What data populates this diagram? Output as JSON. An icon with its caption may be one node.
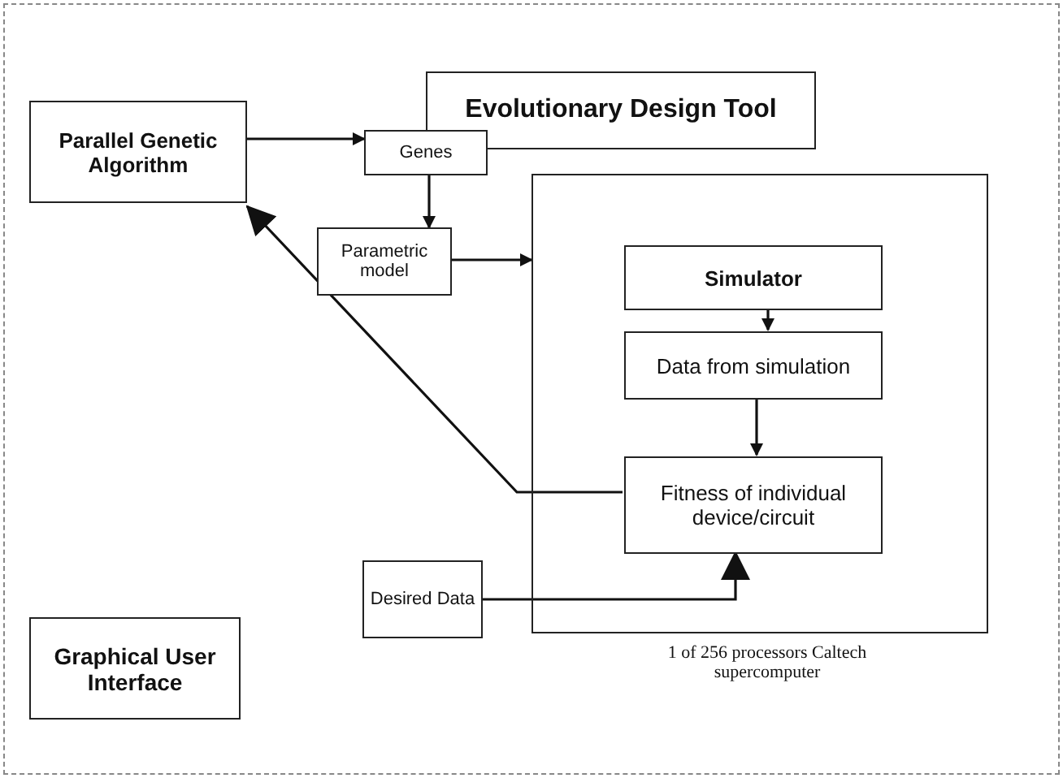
{
  "diagram": {
    "nodes": [
      {
        "text": [
          "Evolutionary Design Tool"
        ]
      },
      {
        "text": [
          "Parallel Genetic Algorithm"
        ]
      },
      {
        "text": [
          "Genes"
        ]
      },
      {
        "text": [
          "Parametric model"
        ]
      },
      {
        "text": [],
        "shape": "box",
        "beside": [
          "1 of 256 processors Caltech supercomputer"
        ]
      },
      {
        "text": [
          "Simulator"
        ],
        "in": 4
      },
      {
        "text": [
          "Data from simulation"
        ],
        "in": 4
      },
      {
        "text": [
          "Fitness of individual device/circuit"
        ],
        "in": 4
      },
      {
        "text": [
          "Desired Data"
        ]
      },
      {
        "text": [
          "Graphical User Interface"
        ]
      }
    ],
    "edges": [
      {
        "from": 1,
        "to": 2,
        "arrow": "to"
      },
      {
        "from": 2,
        "to": 3,
        "arrow": "to"
      },
      {
        "from": 3,
        "to": 4,
        "arrow": "to"
      },
      {
        "from": 5,
        "to": 6,
        "arrow": "to"
      },
      {
        "from": 6,
        "to": 7,
        "arrow": "to"
      },
      {
        "from": 7,
        "to": 1,
        "arrow": "to"
      },
      {
        "from": 8,
        "to": 7,
        "arrow": "to"
      }
    ]
  }
}
